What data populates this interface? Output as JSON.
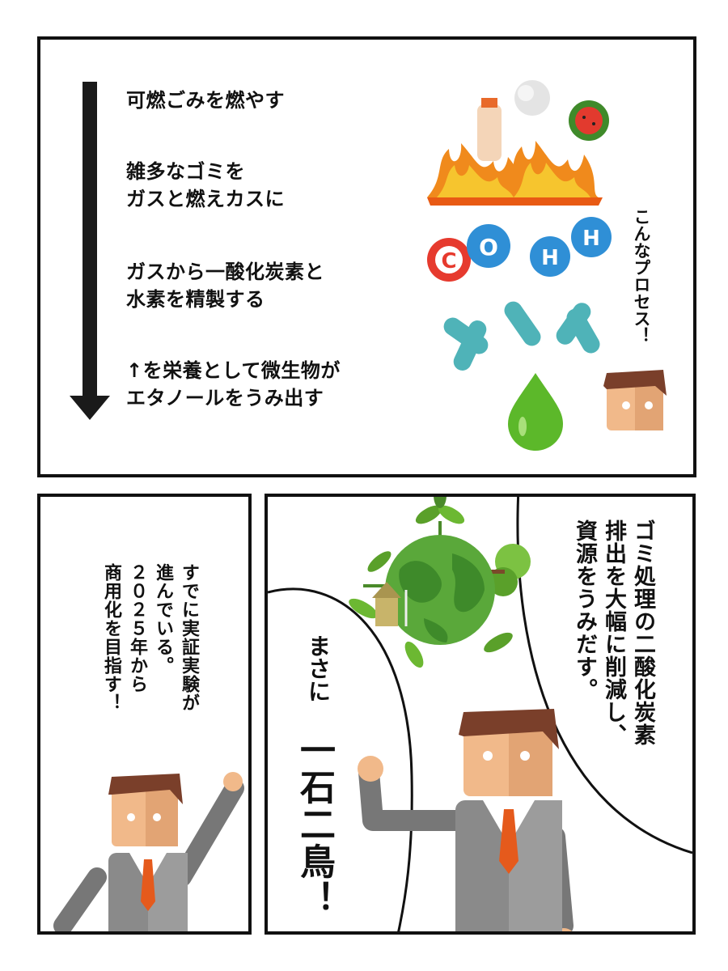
{
  "panel1": {
    "steps": [
      "可燃ごみを燃やす",
      "雑多なゴミを\nガスと燃えカスに",
      "ガスから一酸化炭素と\n水素を精製する",
      "↑を栄養として微生物が\nエタノールをうみ出す"
    ],
    "side_caption": "こんなプロセス！",
    "atoms": [
      "C",
      "O",
      "H",
      "H"
    ],
    "colors": {
      "carbon": "#e63a2e",
      "oxygen": "#2f8fd6",
      "hydrogen": "#2f8fd6",
      "microbe": "#4fb3b8",
      "drop": "#5cb82a"
    }
  },
  "panel2": {
    "caption": "すでに実証実験が\n進んでいる。\n２０２５年から\n商用化を目指す！"
  },
  "panel3": {
    "caption": "ゴミ処理の二酸化炭素\n排出を大幅に削減し、\n資源をうみだす。",
    "shout_small": "まさに",
    "shout_big": "一石二鳥！"
  }
}
